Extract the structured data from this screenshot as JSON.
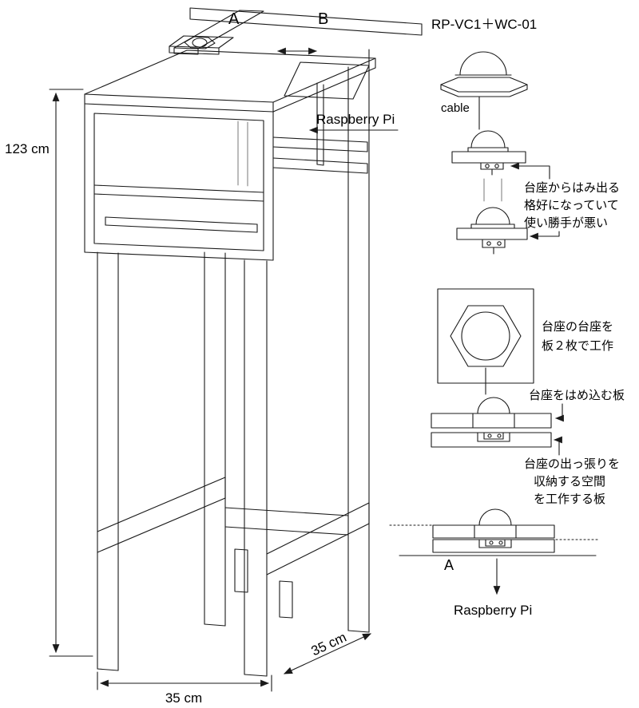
{
  "main_drawing": {
    "panel_label_a": "A",
    "panel_label_b": "B",
    "raspberry_pi_label": "Raspberry Pi",
    "dim_height": "123 cm",
    "dim_width": "35 cm",
    "dim_depth": "35 cm"
  },
  "detail_panel": {
    "title": "RP-VC1＋WC-01",
    "cable_label": "cable",
    "overhang_note": {
      "line1": "台座からはみ出る",
      "line2": "格好になっていて",
      "line3": "使い勝手が悪い"
    },
    "pedestal_note": {
      "line1": "台座の台座を",
      "line2": "板２枚で工作"
    },
    "fit_board_label": "台座をはめ込む板",
    "space_note": {
      "line1": "台座の出っ張りを",
      "line2": "収納する空間",
      "line3": "を工作する板"
    },
    "section_label_a": "A",
    "raspberry_pi_label": "Raspberry Pi"
  },
  "icons": {
    "slide_arrow": "double-headed-horizontal-arrow",
    "raspi_pointer": "arrow-left",
    "bottom_pointer": "arrow-down"
  }
}
